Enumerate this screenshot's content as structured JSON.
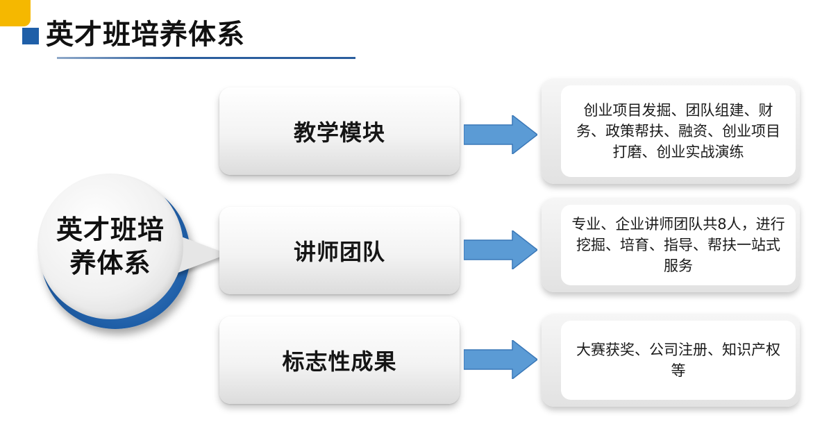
{
  "page": {
    "title": "英才班培养体系"
  },
  "hub": {
    "label": "英才班培养体系"
  },
  "modules": [
    {
      "label": "教学模块",
      "detail": "创业项目发掘、团队组建、财务、政策帮扶、融资、创业项目打磨、创业实战演练"
    },
    {
      "label": "讲师团队",
      "detail": "专业、企业讲师团队共8人，进行挖掘、培育、指导、帮扶一站式服务"
    },
    {
      "label": "标志性成果",
      "detail": "大赛获奖、公司注册、知识产权等"
    }
  ],
  "colors": {
    "accent_yellow": "#f5b800",
    "accent_blue": "#1f5fa8",
    "arrow_fill": "#5b9bd5"
  }
}
